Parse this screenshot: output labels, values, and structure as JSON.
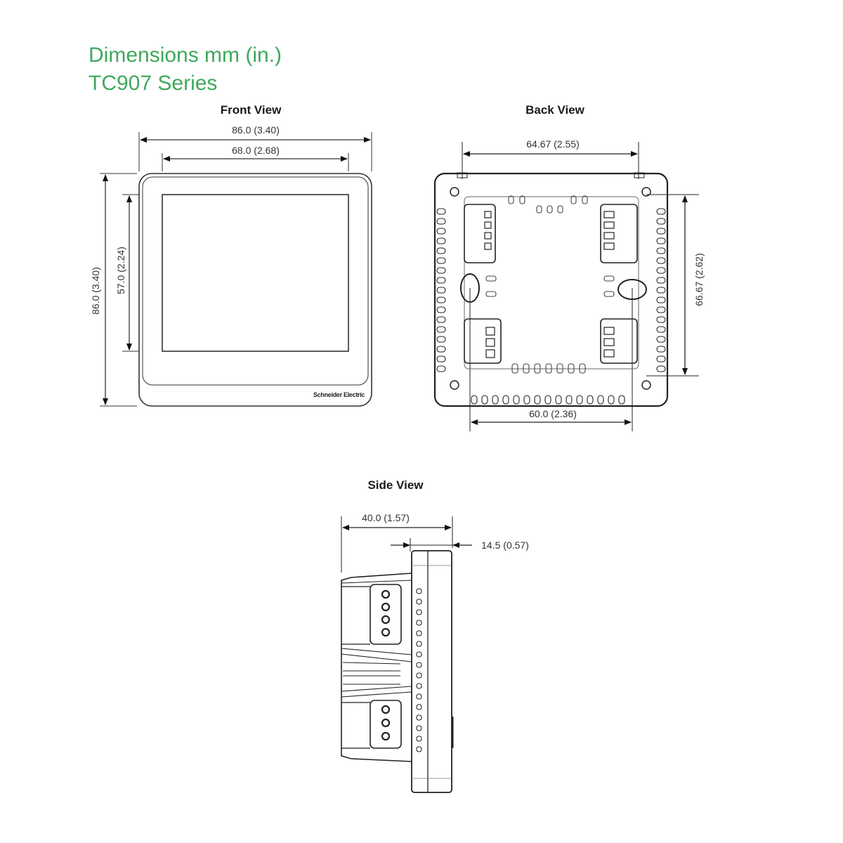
{
  "header": {
    "title": "Dimensions mm (in.)",
    "subtitle": "TC907 Series"
  },
  "accent_color": "#3fa95c",
  "front_view": {
    "label": "Front View",
    "overall_width": "86.0 (3.40)",
    "screen_width": "68.0 (2.68)",
    "overall_height": "86.0 (3.40)",
    "screen_height": "57.0 (2.24)",
    "logo_text": "Schneider Electric"
  },
  "back_view": {
    "label": "Back View",
    "top_width": "64.67 (2.55)",
    "right_height": "66.67 (2.62)",
    "bottom_width": "60.0 (2.36)"
  },
  "side_view": {
    "label": "Side View",
    "overall_depth": "40.0 (1.57)",
    "front_depth": "14.5 (0.57)"
  }
}
